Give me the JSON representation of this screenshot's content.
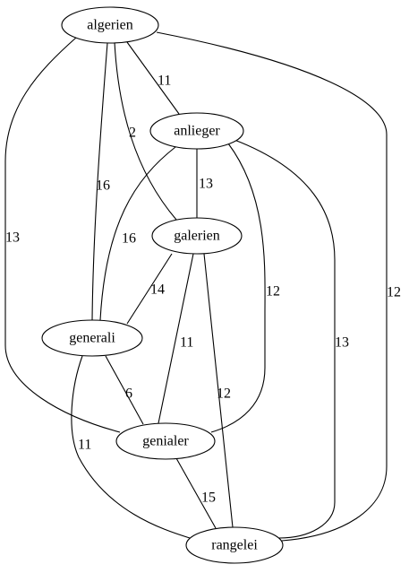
{
  "graph": {
    "type": "undirected-weighted",
    "nodes": [
      {
        "id": "algerien",
        "label": "algerien"
      },
      {
        "id": "anlieger",
        "label": "anlieger"
      },
      {
        "id": "galerien",
        "label": "galerien"
      },
      {
        "id": "generali",
        "label": "generali"
      },
      {
        "id": "genialer",
        "label": "genialer"
      },
      {
        "id": "rangelei",
        "label": "rangelei"
      }
    ],
    "edges": [
      {
        "from": "algerien",
        "to": "anlieger",
        "weight": "11"
      },
      {
        "from": "algerien",
        "to": "galerien",
        "weight": "2"
      },
      {
        "from": "algerien",
        "to": "generali",
        "weight": "16"
      },
      {
        "from": "algerien",
        "to": "genialer",
        "weight": "13"
      },
      {
        "from": "algerien",
        "to": "rangelei",
        "weight": "12"
      },
      {
        "from": "anlieger",
        "to": "galerien",
        "weight": "13"
      },
      {
        "from": "anlieger",
        "to": "generali",
        "weight": "16"
      },
      {
        "from": "anlieger",
        "to": "genialer",
        "weight": "12"
      },
      {
        "from": "anlieger",
        "to": "rangelei",
        "weight": "13"
      },
      {
        "from": "galerien",
        "to": "generali",
        "weight": "14"
      },
      {
        "from": "galerien",
        "to": "genialer",
        "weight": "11"
      },
      {
        "from": "galerien",
        "to": "rangelei",
        "weight": "12"
      },
      {
        "from": "generali",
        "to": "genialer",
        "weight": "6"
      },
      {
        "from": "generali",
        "to": "rangelei",
        "weight": "11"
      },
      {
        "from": "genialer",
        "to": "rangelei",
        "weight": "15"
      }
    ]
  }
}
